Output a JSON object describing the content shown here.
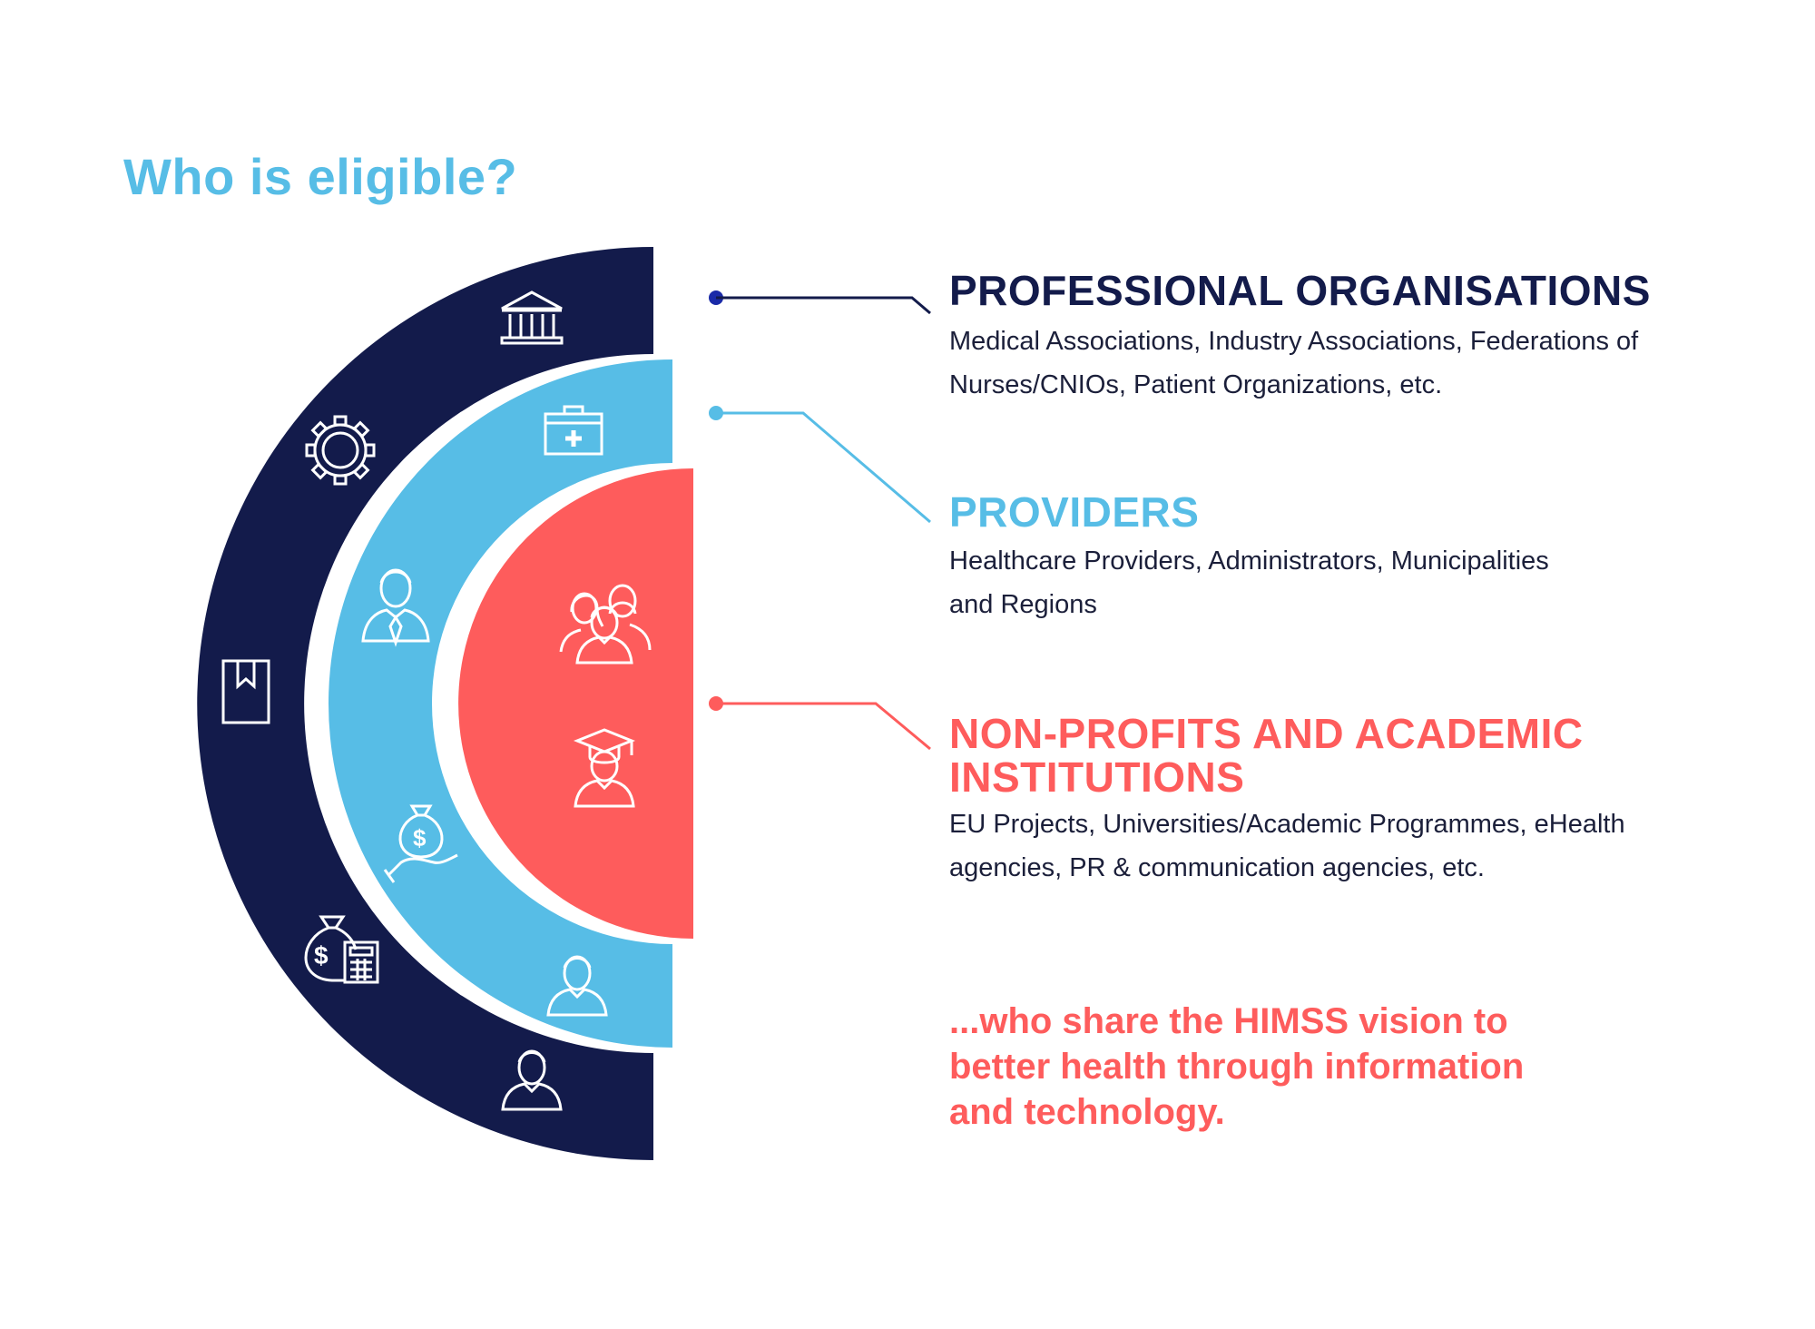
{
  "title": "Who is eligible?",
  "categories": [
    {
      "heading": "PROFESSIONAL ORGANISATIONS",
      "description": "Medical Associations, Industry Associations, Federations of Nurses/CNIOs, Patient Organizations, etc.",
      "color": "#131b4b"
    },
    {
      "heading": "PROVIDERS",
      "description": "Healthcare Providers, Administrators, Municipalities and Regions",
      "color": "#57bde6"
    },
    {
      "heading": "NON-PROFITS AND ACADEMIC INSTITUTIONS",
      "description": "EU Projects, Universities/Academic Programmes, eHealth agencies, PR & communication agencies, etc.",
      "color": "#fe5c5c"
    }
  ],
  "tagline": "...who share the HIMSS vision to better health through information and technology.",
  "icons": {
    "outer_ring": [
      "institution-icon",
      "gear-icon",
      "book-icon",
      "money-calculator-icon",
      "person-icon"
    ],
    "middle_ring": [
      "first-aid-kit-icon",
      "businessman-icon",
      "money-bag-hand-icon",
      "person-icon"
    ],
    "inner_core": [
      "group-people-icon",
      "graduate-icon"
    ]
  }
}
